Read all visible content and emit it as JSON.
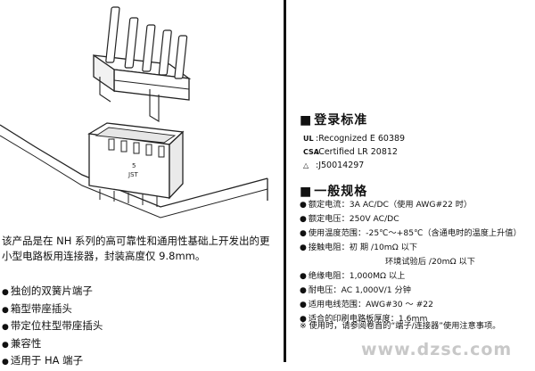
{
  "product_label": {
    "count": "5",
    "brand": "JST"
  },
  "intro": {
    "line1": "该产品是在 NH 系列的高可靠性和通用性基础上开发出的更",
    "line2": "小型电路板用连接器，封装高度仅 9.8mm。"
  },
  "features": [
    "独创的双簧片端子",
    "箱型带座插头",
    "带定位柱型带座插头",
    "兼容性",
    "适用于 HA 端子"
  ],
  "certifications": {
    "title": "登录标准",
    "items": [
      {
        "mark": "UL",
        "text": ":Recognized E 60389"
      },
      {
        "mark": "CSA",
        "text": ":Certified LR 20812"
      },
      {
        "mark": "△",
        "text": ":J50014297"
      }
    ]
  },
  "specs": {
    "title": "一般规格",
    "items": [
      "额定电流：3A  AC/DC（使用 AWG#22 时）",
      "额定电压：250V  AC/DC",
      "使用温度范围：-25℃～+85℃（含通电时的温度上升值）",
      "接触电阻：初    期 /10mΩ 以下",
      "环境试验后 /20mΩ 以下",
      "绝缘电阻：1,000MΩ 以上",
      "耐电压：AC 1,000V/1 分钟",
      "适用电线范围：AWG#30 ～ #22",
      "适合的印刷电路板厚度：1.6mm"
    ],
    "note": "※ 使用时，请参阅卷首的“端子/连接器”使用注意事项。"
  },
  "watermark": "www.dzsc.com"
}
